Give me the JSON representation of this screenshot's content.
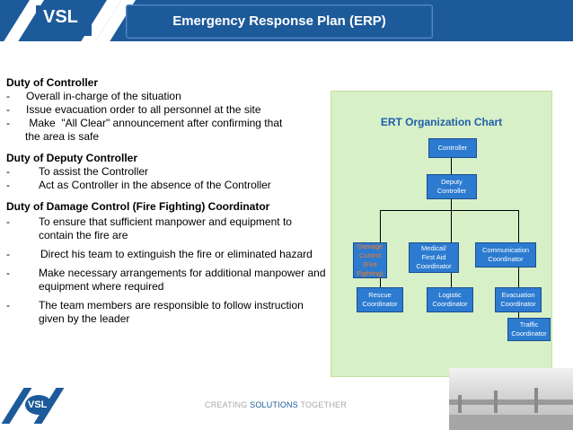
{
  "header": {
    "logo": "VSL",
    "title": "Emergency Response Plan (ERP)"
  },
  "sections": {
    "controller": {
      "heading": "Duty of Controller",
      "items": [
        "Overall in-charge of the situation",
        "Issue evacuation order to all personnel at the site",
        " Make  \"All Clear\" announcement after confirming that",
        "the area  is safe"
      ]
    },
    "deputy": {
      "heading": "Duty of Deputy Controller",
      "items": [
        "To assist the Controller",
        "Act as Controller in the absence of the Controller"
      ]
    },
    "damage": {
      "heading": "Duty of Damage Control (Fire Fighting) Coordinator",
      "items": [
        "To ensure that sufficient manpower and equipment to contain the fire are",
        "Direct his team to extinguish the fire or eliminated hazard",
        "Make necessary arrangements for additional manpower and equipment  where required",
        "The team members are responsible to follow instruction given by the leader"
      ]
    }
  },
  "org_chart": {
    "title": "ERT Organization Chart",
    "controller": "Controller",
    "deputy": "Deputy Controller",
    "damage": "Damage Control (Fire Fighting)",
    "medical": "Medical/ First Aid Coordinator",
    "communication": "Communication Coordinator",
    "rescue": "Rescue Coordinator",
    "logistic": "Logistic Coordinator",
    "evacuation": "Evacuation Coordinator",
    "traffic": "Traffic Coordinator"
  },
  "footer": {
    "logo": "VSL",
    "tagline_pre": "CREATING ",
    "tagline_mid": "SOLUTIONS",
    "tagline_post": " TOGETHER"
  },
  "colors": {
    "brand_blue": "#1d5a9a",
    "chart_bg": "#d8f0c8",
    "node_blue": "#2c7bd0"
  }
}
